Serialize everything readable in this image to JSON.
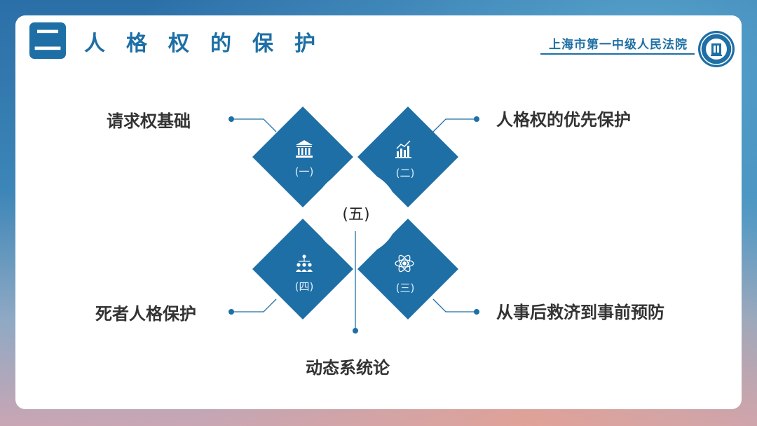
{
  "header": {
    "section_number": "二",
    "section_title": "人格权的保护"
  },
  "brand": {
    "court_name": "上海市第一中级人民法院",
    "emblem_icon": "court-emblem-icon"
  },
  "diagram": {
    "center_label": "(五)",
    "bottom_topic": "动态系统论",
    "items": [
      {
        "number": "(一)",
        "topic": "请求权基础",
        "icon": "bank-building-icon"
      },
      {
        "number": "(二)",
        "topic": "人格权的优先保护",
        "icon": "bar-chart-icon"
      },
      {
        "number": "(三)",
        "topic": "从事后救济到事前预防",
        "icon": "atom-icon"
      },
      {
        "number": "(四)",
        "topic": "死者人格保护",
        "icon": "people-network-icon"
      }
    ]
  },
  "colors": {
    "primary": "#1e6fa5",
    "text_dark": "#333333"
  }
}
